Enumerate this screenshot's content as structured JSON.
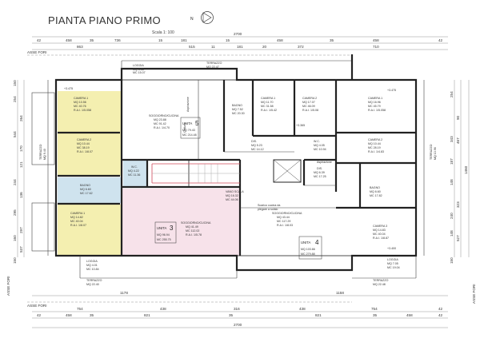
{
  "title": "PIANTA PIANO PRIMO",
  "scale": "Scala 1: 100",
  "north": "N",
  "axes": {
    "asse_fori": "ASSE FORI"
  },
  "dims": {
    "top_total": "2700",
    "top_row": [
      "42",
      "458",
      "35",
      "736",
      "15",
      "181",
      "15",
      "458",
      "35",
      "458",
      "42"
    ],
    "top_row2": [
      "863",
      "515",
      "11",
      "181",
      "20",
      "372",
      "710"
    ],
    "bottom_row": [
      "1178",
      "1158",
      "754",
      "438",
      "316",
      "438",
      "754",
      "42"
    ],
    "bottom_row2": [
      "42",
      "458",
      "35",
      "821",
      "35",
      "821",
      "35",
      "458",
      "42"
    ],
    "bottom_total": "2700",
    "left": [
      "150",
      "254",
      "264",
      "544",
      "170",
      "121",
      "244",
      "136",
      "295",
      "297",
      "160",
      "537",
      "150"
    ],
    "right": [
      "254",
      "90",
      "343",
      "467",
      "1460",
      "187",
      "148",
      "323",
      "240",
      "148",
      "527",
      "150"
    ]
  },
  "rooms": [
    {
      "name": "LOGGIA",
      "lines": [
        "MQ 5.58",
        "MC 15.07"
      ]
    },
    {
      "name": "TERRAZZO",
      "lines": [
        "MQ 22.47"
      ]
    },
    {
      "name": "CAMERA 1",
      "lines": [
        "MQ 10.56",
        "MC 40.76",
        "R.A.I. 1/5.058"
      ]
    },
    {
      "name": "TERRAZZO",
      "lines": [
        "MQ 9.40"
      ]
    },
    {
      "name": "CAMERA 2",
      "lines": [
        "MQ 10.44",
        "MC 38.19",
        "R.A.I. 1/8.07"
      ]
    },
    {
      "name": "BAGNO",
      "lines": [
        "MQ 6.60",
        "MC 17.62"
      ]
    },
    {
      "name": "CAMERA 1",
      "lines": [
        "MQ 14.82",
        "MC 40.04",
        "R.A.I. 1/8.07"
      ]
    },
    {
      "name": "LOGGIA",
      "lines": [
        "MQ 4.01",
        "MC 10.84"
      ]
    },
    {
      "name": "TERRAZZO",
      "lines": [
        "MQ 22.40"
      ]
    },
    {
      "name": "SOGGIORNO/CUCINA",
      "lines": [
        "MQ 23.88",
        "MC 91.42",
        "R.A.I. 1/4.70"
      ]
    },
    {
      "name": "UNITA",
      "number": "5",
      "lines": [
        "MQ 79.43",
        "MC 214.48"
      ]
    },
    {
      "name": "BAGNO",
      "lines": [
        "MQ 7.52",
        "MC 20.30"
      ]
    },
    {
      "name": "CAMERA 1",
      "lines": [
        "MQ 11.70",
        "MC 31.58",
        "R.A.I. 1/5.42"
      ]
    },
    {
      "name": "CAMERA 2",
      "lines": [
        "MQ 17.07",
        "MC 46.09",
        "R.A.I. 1/5.08"
      ]
    },
    {
      "name": "DIS.",
      "lines": [
        "MQ 5.23",
        "MC 14.12"
      ]
    },
    {
      "name": "W.C.",
      "lines": [
        "MQ 4.05",
        "MC 10.94"
      ]
    },
    {
      "name": "CAMERA 1",
      "lines": [
        "MQ 16.96",
        "MC 45.79",
        "R.A.I. 1/5.058"
      ]
    },
    {
      "name": "CAMERA 2",
      "lines": [
        "MQ 10.44",
        "MC 28.19",
        "R.A.I. 1/4.83"
      ]
    },
    {
      "name": "TERRAZZO",
      "lines": [
        "MQ 13.96"
      ]
    },
    {
      "name": "DIS.",
      "lines": [
        "MQ 6.39",
        "MC 17.25"
      ]
    },
    {
      "name": "BAGNO",
      "lines": [
        "MQ 6.60",
        "MC 17.82"
      ]
    },
    {
      "name": "W.C.",
      "lines": [
        "MQ 4.22",
        "MC 11.36"
      ]
    },
    {
      "name": "VANO SCALA",
      "lines": [
        "MQ 16.32",
        "MC 44.06"
      ]
    },
    {
      "name": "UNITA",
      "number": "3",
      "lines": [
        "MQ 96.94",
        "MC 255.75"
      ]
    },
    {
      "name": "SOGGIORNO/CUCINA",
      "lines": [
        "MQ 41.49",
        "MC 112.02",
        "R.A.I. 1/5.78"
      ]
    },
    {
      "name": "SOGGIORNO/CUCINA",
      "lines": [
        "MQ 43.44",
        "MC 117.29",
        "R.A.I. 1/8.03"
      ]
    },
    {
      "name": "UNITA",
      "number": "4",
      "lines": [
        "MQ 103.66",
        "MC 279.88"
      ]
    },
    {
      "name": "CAMERA 3",
      "lines": [
        "MQ 14.83",
        "MC 40.04",
        "R.A.I. 1/8.87"
      ]
    },
    {
      "name": "LOGGIA",
      "lines": [
        "MQ 7.05",
        "MC 19.04"
      ]
    },
    {
      "name": "TERRAZZO",
      "lines": [
        "MQ 22.48"
      ]
    }
  ],
  "notes": {
    "aspirazione": "Aspirazione",
    "cottura": "Cottura",
    "scarico": "Scarico cucina da",
    "scarico2": "piegare a solaio",
    "level": "+3.475",
    "level2": "+3.365",
    "level3": "+3.400"
  },
  "colors": {
    "yellow": "#f4efb0",
    "blue": "#cfe3ee",
    "pink": "#f7e2ea",
    "wall": "#222222",
    "stair_red": "#d04a5a"
  }
}
